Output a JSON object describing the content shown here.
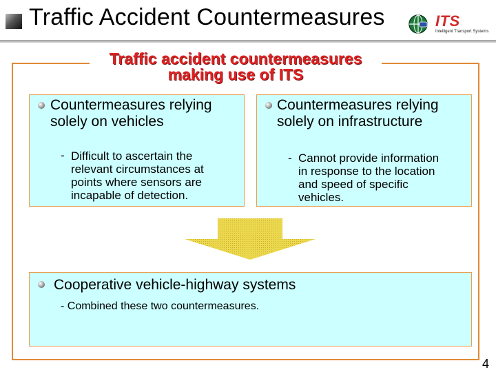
{
  "header": {
    "title": "Traffic Accident Countermeasures",
    "logo_text": "ITS",
    "logo_subtitle": "Intelligent Transport Systems"
  },
  "frame": {
    "heading_line1": "Traffic accident countermeasures",
    "heading_line2": "making use of ITS"
  },
  "left_box": {
    "main": [
      "Countermeasures relying",
      "solely on vehicles"
    ],
    "dash": "-",
    "sub": [
      "Difficult to ascertain the",
      "relevant circumstances at",
      "points where sensors are",
      "incapable of detection."
    ]
  },
  "right_box": {
    "main": [
      "Countermeasures relying",
      "solely on infrastructure"
    ],
    "dash": "-",
    "sub": [
      "Cannot provide information",
      "in response to the location",
      "and speed of specific",
      "vehicles."
    ]
  },
  "bottom_box": {
    "main": "Cooperative vehicle-highway systems",
    "sub": "- Combined these two countermeasures."
  },
  "page_number": "4",
  "colors": {
    "frame_border": "#e08a38",
    "box_fill": "#ccffff",
    "heading": "#e02020",
    "arrow": "#e8d44a",
    "logo": "#d42a2a"
  }
}
